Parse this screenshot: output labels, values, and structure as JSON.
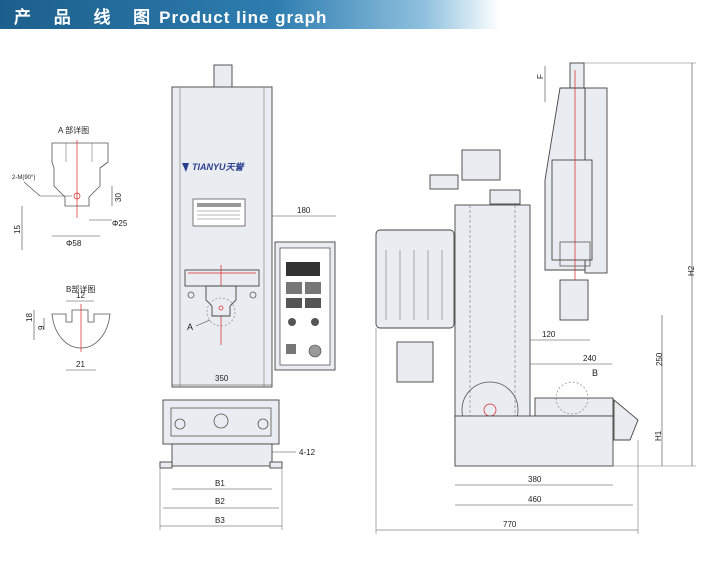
{
  "header": {
    "title_cn": "产 品 线 图",
    "title_en": "Product line graph"
  },
  "brand": {
    "logo_text": "TIANYU天誉"
  },
  "detail_a": {
    "title": "A 部详图",
    "labels": {
      "thread": "2-M(90°)",
      "h30": "30",
      "d25": "Φ25",
      "h15": "15",
      "d58": "Φ58"
    }
  },
  "detail_b": {
    "title": "B部详图",
    "labels": {
      "w12": "12",
      "h18": "18",
      "h9": "9",
      "w21": "21"
    }
  },
  "front_view": {
    "labels": {
      "a_marker": "A",
      "w350": "350",
      "w180": "180",
      "slot": "4-12",
      "b1": "B1",
      "b2": "B2",
      "b3": "B3"
    }
  },
  "side_view": {
    "labels": {
      "f": "F",
      "h2": "H2",
      "w120": "120",
      "h250": "250",
      "w240": "240",
      "b_marker": "B",
      "h1": "H1",
      "w380": "380",
      "w460": "460",
      "w770": "770"
    }
  },
  "colors": {
    "banner": "#2e7db0",
    "body": "#e9ecf0",
    "accent_red": "#d22222"
  }
}
